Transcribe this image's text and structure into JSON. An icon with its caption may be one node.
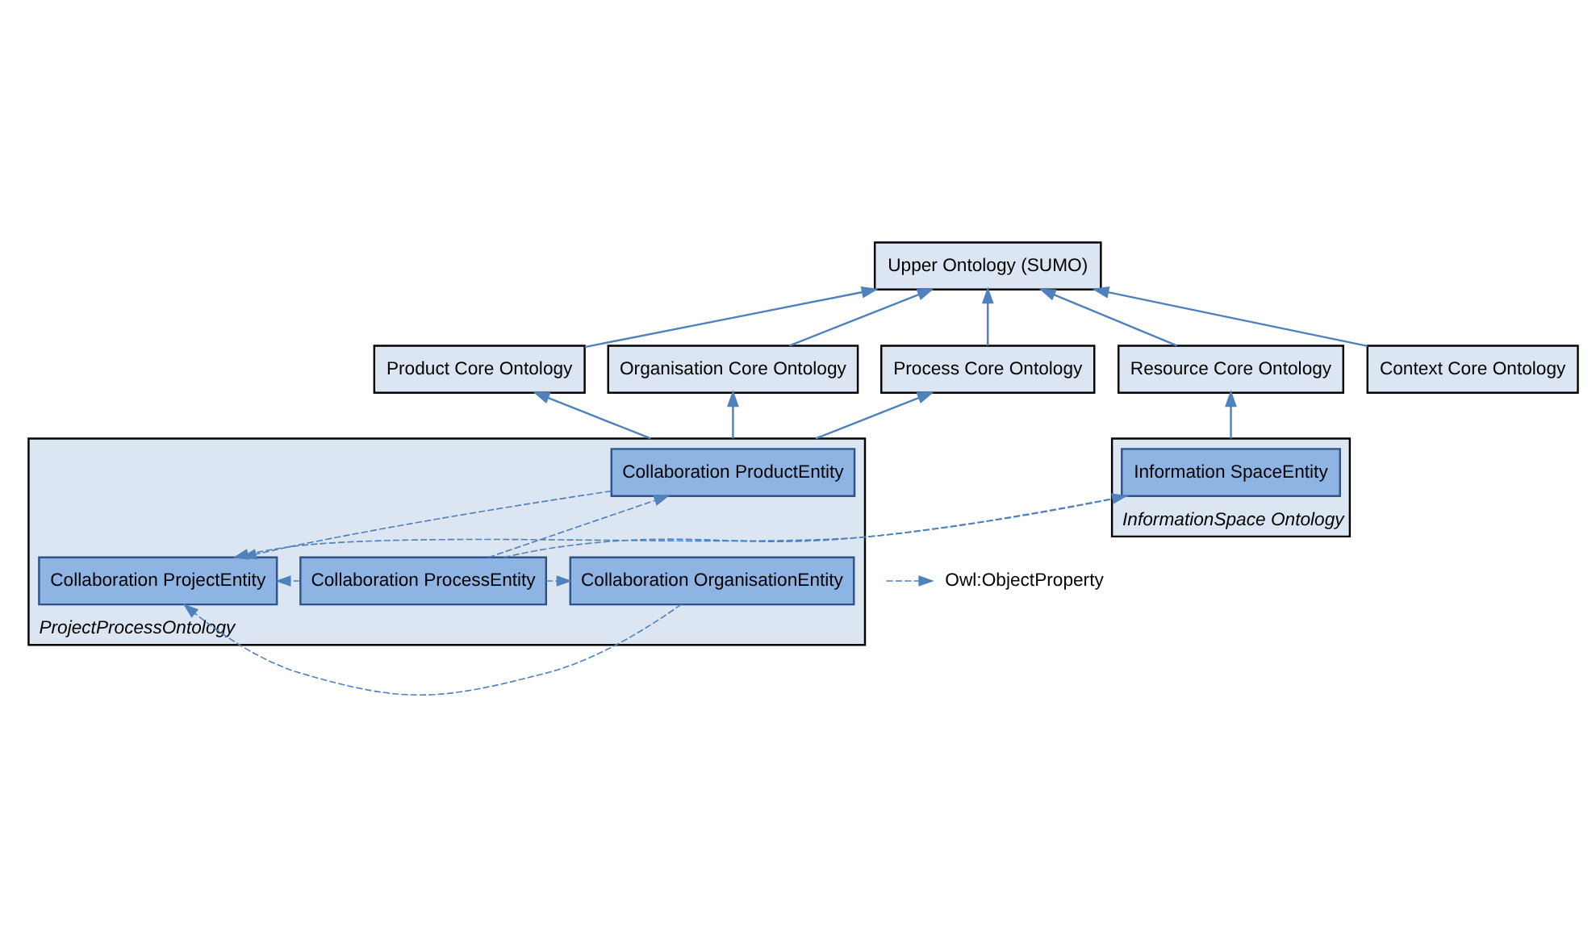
{
  "diagram": {
    "nodes": [
      {
        "text": [
          "Upper Ontology (SUMO)"
        ]
      },
      {
        "text": [
          "Resource Core Ontology"
        ]
      },
      {
        "text": [
          "Product Core Ontology"
        ]
      },
      {
        "text": [
          "Organisation Core Ontology"
        ]
      },
      {
        "text": [
          "Process Core Ontology"
        ]
      },
      {
        "text": [
          "Context Core Ontology"
        ]
      },
      {
        "text": [
          "InformationSpace Ontology"
        ]
      },
      {
        "text": [
          "Information SpaceEntity"
        ],
        "in": 6
      },
      {
        "text": [
          "ProjectProcessOntology"
        ]
      },
      {
        "text": [
          "Collaboration ProductEntity"
        ],
        "in": 8
      },
      {
        "text": [
          "Collaboration OrganisationEntity"
        ],
        "in": 8
      },
      {
        "text": [
          "Collaboration ProcessEntity"
        ],
        "in": 8
      },
      {
        "text": [
          "Collaboration ProjectEntity"
        ],
        "in": 8
      }
    ],
    "edges": [
      {
        "from": 1,
        "to": 0,
        "arrow": "to"
      },
      {
        "from": 2,
        "to": 0,
        "arrow": "to"
      },
      {
        "from": 3,
        "to": 0,
        "arrow": "to"
      },
      {
        "from": 4,
        "to": 0,
        "arrow": "to"
      },
      {
        "from": 5,
        "to": 0,
        "arrow": "to"
      },
      {
        "from": 6,
        "to": 1,
        "arrow": "to"
      },
      {
        "from": 8,
        "to": 2,
        "arrow": "to"
      },
      {
        "from": 8,
        "to": 3,
        "arrow": "to"
      },
      {
        "from": 8,
        "to": 4,
        "arrow": "to"
      },
      {
        "from": 11,
        "to": 10,
        "arrow": "to",
        "style": "dashed"
      },
      {
        "from": 11,
        "to": 9,
        "arrow": "to",
        "style": "dashed"
      },
      {
        "from": 11,
        "to": 7,
        "arrow": "to",
        "style": "dashed"
      },
      {
        "from": 11,
        "to": 12,
        "arrow": "to",
        "style": "dashed"
      },
      {
        "from": 10,
        "to": 12,
        "arrow": "to",
        "style": "dashed"
      },
      {
        "from": 9,
        "to": 12,
        "arrow": "to",
        "style": "dashed"
      },
      {
        "from": 7,
        "to": 12,
        "arrow": "to",
        "style": "dashed"
      }
    ],
    "legend": [
      {
        "text": "Owl:ObjectProperty"
      }
    ]
  }
}
